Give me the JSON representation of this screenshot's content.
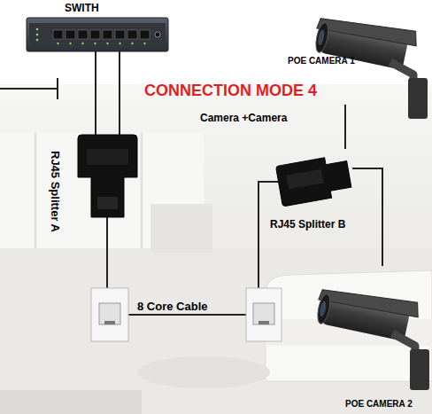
{
  "diagram": {
    "title": "CONNECTION MODE 4",
    "nodes": [
      {
        "text": [
          "SWITH"
        ]
      },
      {
        "text": [
          "POE CAMERA 1"
        ]
      },
      {
        "text": [
          "RJ45 Splitter A"
        ]
      },
      {
        "text": [
          "RJ45 Splitter B"
        ]
      },
      {
        "text": [
          "POE CAMERA 2"
        ]
      }
    ],
    "edges": [
      {
        "from": 0,
        "to": 2,
        "arrow": "none"
      },
      {
        "from": 0,
        "to": 2,
        "arrow": "none"
      },
      {
        "from": 2,
        "to": 3,
        "label": "8 Core Cable",
        "arrow": "none"
      },
      {
        "from": 3,
        "to": 1,
        "arrow": "none"
      },
      {
        "from": 3,
        "to": 4,
        "arrow": "none"
      }
    ],
    "labels": [
      "Camera +Camera"
    ]
  }
}
